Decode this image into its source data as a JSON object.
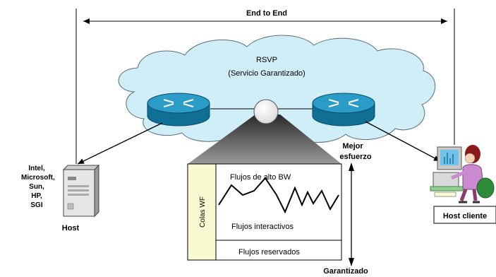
{
  "title": "End to End",
  "cloud": {
    "line1": "RSVP",
    "line2": "(Servicio Garantizado)"
  },
  "host": {
    "label": "Host",
    "vendors": [
      "Intel,",
      "Microsoft,",
      "Sun,",
      "HP,",
      "SGI"
    ]
  },
  "client": {
    "label": "Host cliente"
  },
  "queue": {
    "side_label": "Colas WF",
    "high_bw": "Flujos de alto BW",
    "interactive": "Flujos interactivos",
    "reserved": "Flujos reservados"
  },
  "scale": {
    "top": "Mejor esfuerzo",
    "bottom": "Garantizado"
  },
  "colors": {
    "cloud": "#cfeef8",
    "router": "#1f8fb8",
    "queue_side": "#fafad2"
  }
}
